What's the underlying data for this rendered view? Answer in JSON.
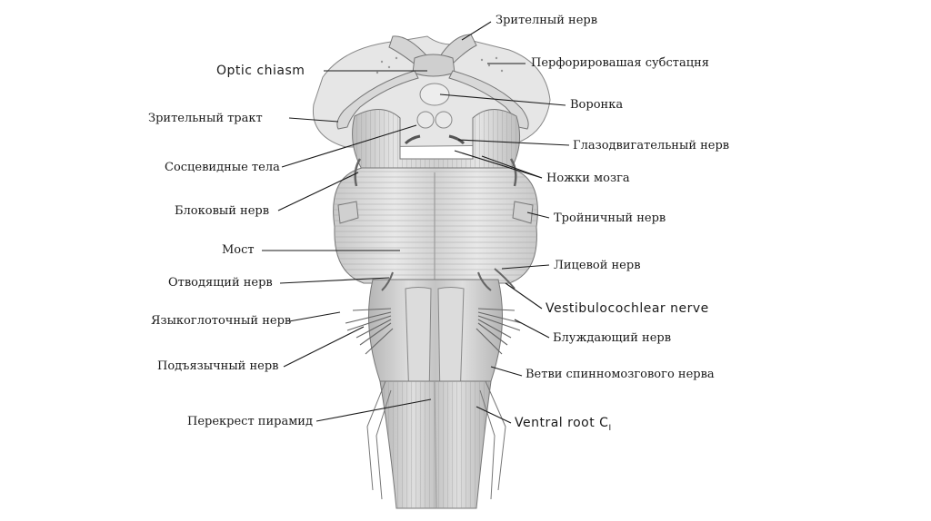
{
  "labels": {
    "optic_nerve": "Зрителный нерв",
    "optic_chiasm": "Optic chiasm",
    "perforated_substance": "Перфорировашая субстацня",
    "infundibulum": "Воронка",
    "optic_tract": "Зрительный тракт",
    "oculomotor_nerve": "Глазодвигательный нерв",
    "mammillary_bodies": "Сосцевидные тела",
    "cerebral_peduncles": "Ножки мозга",
    "trochlear_nerve": "Блоковый нерв",
    "trigeminal_nerve": "Тройничный нерв",
    "pons": "Мост",
    "facial_nerve": "Лицевой нерв",
    "abducens_nerve": "Отводящий нерв",
    "vestibulocochlear_nerve": "Vestibulocochlear nerve",
    "glossopharyngeal_nerve": "Языкоглоточный нерв",
    "vagus_nerve": "Блуждающий нерв",
    "hypoglossal_nerve": "Подъязычный нерв",
    "spinal_accessory_branches": "Ветви спинномозгового нерва",
    "pyramid_decussation": "Перекрест пирамид",
    "ventral_root": "Ventral root C",
    "ventral_root_sub": "I"
  },
  "colors": {
    "ink": "#1a1a1a",
    "tissue": "#d6d6d6",
    "tissue_dark": "#a9a9a9",
    "tissue_light": "#ececec"
  }
}
